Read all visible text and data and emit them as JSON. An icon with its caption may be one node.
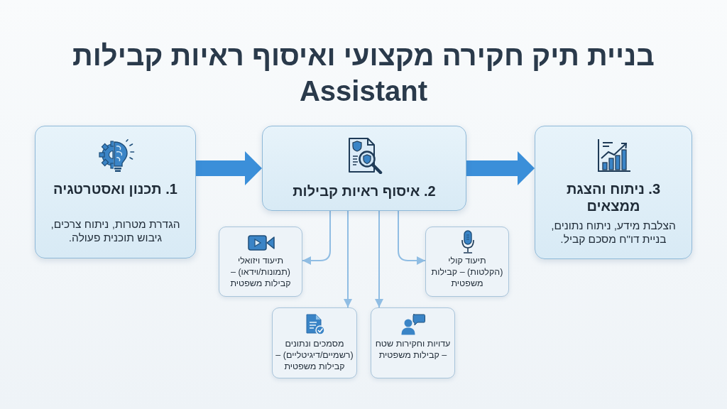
{
  "diagram": {
    "title": "בניית תיק חקירה מקצועי ואיסוף ראיות קבילות Assistant",
    "nodes": [
      {
        "text": [
          "1. תכנון ואסטרטגיה",
          "הגדרת מטרות, ניתוח צרכים, גיבוש תוכנית פעולה."
        ]
      },
      {
        "text": [
          "2. איסוף ראיות קבילות"
        ]
      },
      {
        "text": [
          "3. ניתוח והצגת ממצאים",
          "הצלבת מידע, ניתוח נתונים, בניית דו\"ח מסכם קביל."
        ]
      },
      {
        "text": [
          "תיעוד ויזואלי (תמונות/וידאו) – קבילות משפטית"
        ]
      },
      {
        "text": [
          "תיעוד קולי (הקלטות) – קבילות משפטית"
        ]
      },
      {
        "text": [
          "מסמכים ונתונים (רשמיים/דיגיטליים) – קבילות משפטית"
        ]
      },
      {
        "text": [
          "עדויות וחקירות שטח – קבילות משפטית"
        ]
      }
    ],
    "edges": [
      {
        "from": 0,
        "to": 1,
        "arrow": "to",
        "style": "thick",
        "color": "#3b8fd9"
      },
      {
        "from": 1,
        "to": 2,
        "arrow": "to",
        "style": "thick",
        "color": "#3b8fd9"
      },
      {
        "from": 1,
        "to": 3,
        "arrow": "to"
      },
      {
        "from": 1,
        "to": 4,
        "arrow": "to"
      },
      {
        "from": 1,
        "to": 5,
        "arrow": "to"
      },
      {
        "from": 1,
        "to": 6,
        "arrow": "to"
      }
    ]
  }
}
